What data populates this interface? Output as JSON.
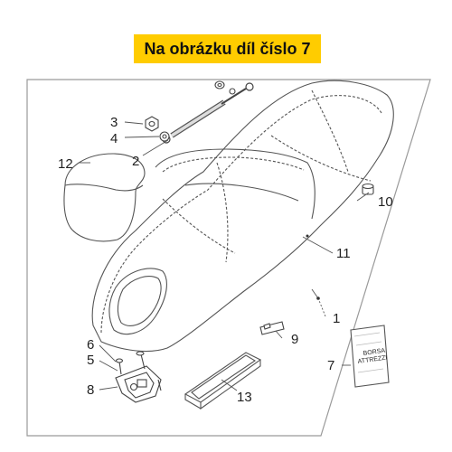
{
  "banner": {
    "text": "Na obrázku díl číslo 7",
    "background": "#ffcc00"
  },
  "diagram": {
    "part_labels": [
      "1",
      "2",
      "3",
      "4",
      "5",
      "6",
      "7",
      "8",
      "9",
      "10",
      "11",
      "12",
      "13"
    ],
    "tool_bag_text": [
      "BORSA",
      "ATTREZZI"
    ]
  }
}
